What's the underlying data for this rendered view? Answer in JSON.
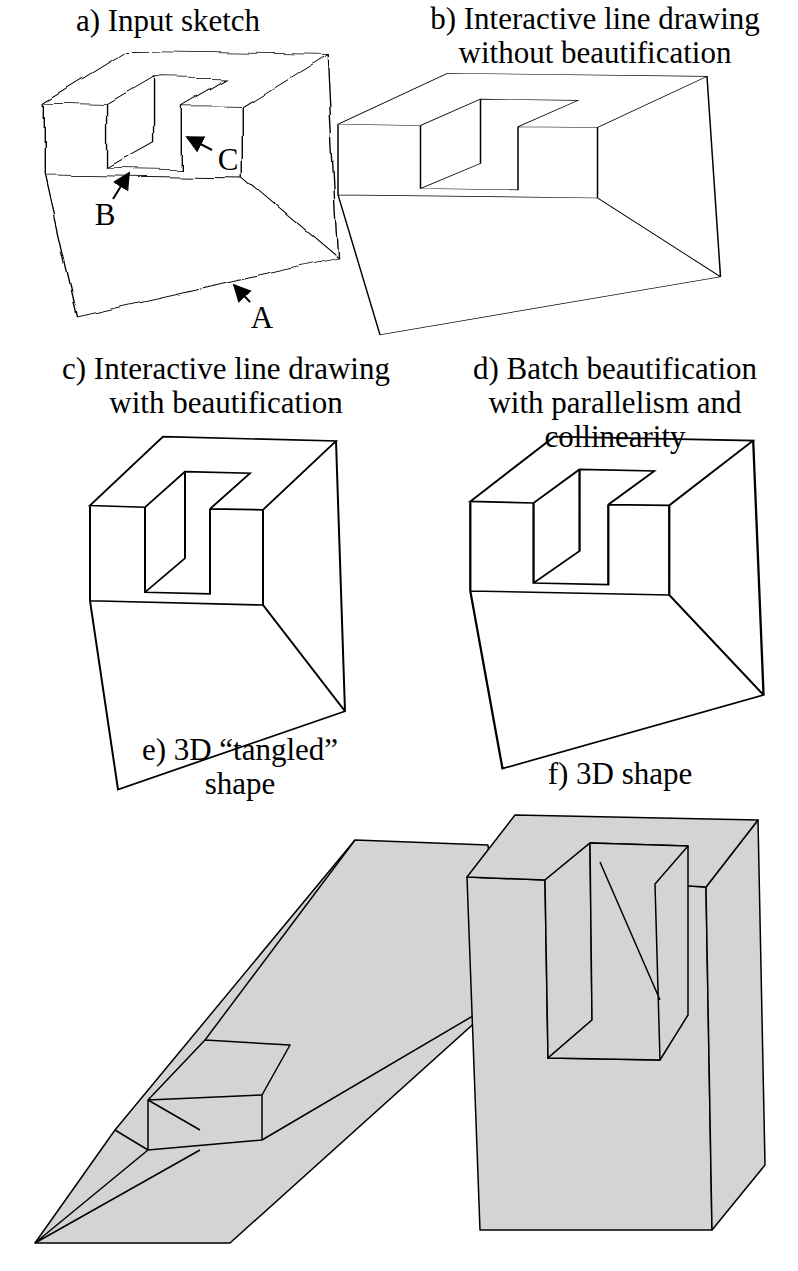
{
  "diagram": {
    "labels": [
      "a) Input sketch",
      "b) Interactive line drawing without beautification",
      "C",
      "B",
      "A",
      "c) Interactive line drawing with beautification",
      "d) Batch beautification with parallelism and collinearity",
      "e) 3D “tangled” shape",
      "f) 3D shape"
    ]
  }
}
